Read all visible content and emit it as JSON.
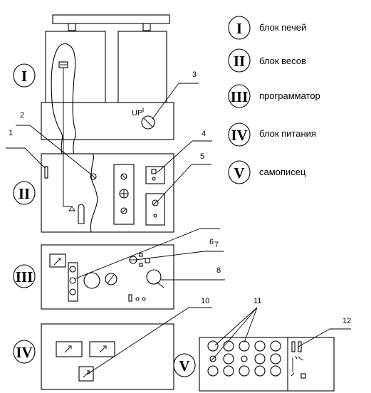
{
  "legend": [
    {
      "numeral": "I",
      "label": "блок печей"
    },
    {
      "numeral": "II",
      "label": "блок весов"
    },
    {
      "numeral": "III",
      "label": "программатор"
    },
    {
      "numeral": "IV",
      "label": "блок питания"
    },
    {
      "numeral": "V",
      "label": "самописец"
    }
  ],
  "block_markers": [
    "I",
    "II",
    "III",
    "IV",
    "V"
  ],
  "callouts": [
    "1",
    "2",
    "3",
    "4",
    "5",
    "6",
    "7",
    "8",
    "10",
    "11",
    "12"
  ],
  "furnace_label": "UP"
}
